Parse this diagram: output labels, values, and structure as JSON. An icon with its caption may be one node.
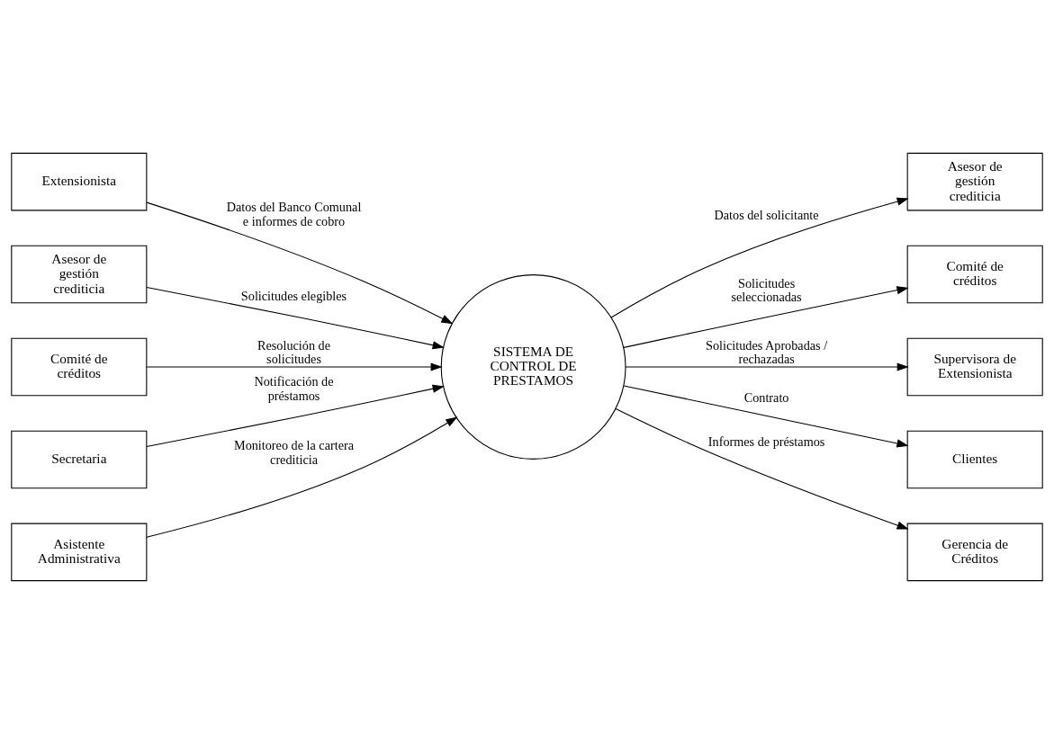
{
  "diagram": {
    "nodes": [
      {
        "text": [
          "Extensionista"
        ]
      },
      {
        "text": [
          "Asesor de gestión crediticia"
        ]
      },
      {
        "text": [
          "Comité de créditos"
        ]
      },
      {
        "text": [
          "Secretaria"
        ]
      },
      {
        "text": [
          "Asistente Administrativa"
        ]
      },
      {
        "text": [
          "SISTEMA DE CONTROL DE PRESTAMOS"
        ]
      },
      {
        "text": [
          "Asesor de gestión crediticia"
        ]
      },
      {
        "text": [
          "Comité de créditos"
        ]
      },
      {
        "text": [
          "Supervisora de Extensionista"
        ]
      },
      {
        "text": [
          "Clientes"
        ]
      },
      {
        "text": [
          "Gerencia de Créditos"
        ]
      }
    ],
    "edges": [
      {
        "from": 0,
        "to": 5,
        "arrow": "to",
        "label": "Datos del Banco Comunal e informes de cobro"
      },
      {
        "from": 1,
        "to": 5,
        "arrow": "to",
        "label": "Solicitudes elegibles"
      },
      {
        "from": 2,
        "to": 5,
        "arrow": "to",
        "label": "Resolución de solicitudes"
      },
      {
        "from": 3,
        "to": 5,
        "arrow": "to",
        "label": "Notificación de préstamos"
      },
      {
        "from": 4,
        "to": 5,
        "arrow": "to",
        "label": "Monitoreo de la cartera crediticia"
      },
      {
        "from": 5,
        "to": 6,
        "arrow": "to",
        "label": "Datos del solicitante"
      },
      {
        "from": 5,
        "to": 7,
        "arrow": "to",
        "label": "Solicitudes seleccionadas"
      },
      {
        "from": 5,
        "to": 8,
        "arrow": "to",
        "label": "Solicitudes Aprobadas / rechazadas"
      },
      {
        "from": 5,
        "to": 9,
        "arrow": "to",
        "label": "Contrato"
      },
      {
        "from": 5,
        "to": 10,
        "arrow": "to",
        "label": "Informes de préstamos"
      }
    ]
  }
}
